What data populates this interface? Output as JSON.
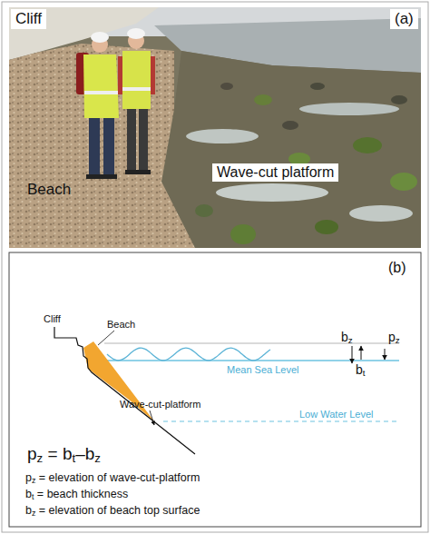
{
  "diagram": {
    "nodes": [
      {
        "text": [
          "Cliff"
        ]
      },
      {
        "text": [
          "(a)"
        ]
      },
      {
        "text": [
          "Wave-cut platform"
        ]
      }
    ],
    "labels": [
      "Beach",
      "(b)",
      "Cliff",
      "Beach",
      "bz",
      "pz",
      "bt",
      "Mean Sea Level",
      "Low Water Level",
      "Wave-cut-platform",
      "pz = bt–bz",
      "pz = elevation of wave-cut-platform",
      "bt = beach thickness",
      "bz = elevation of beach top surface"
    ]
  }
}
